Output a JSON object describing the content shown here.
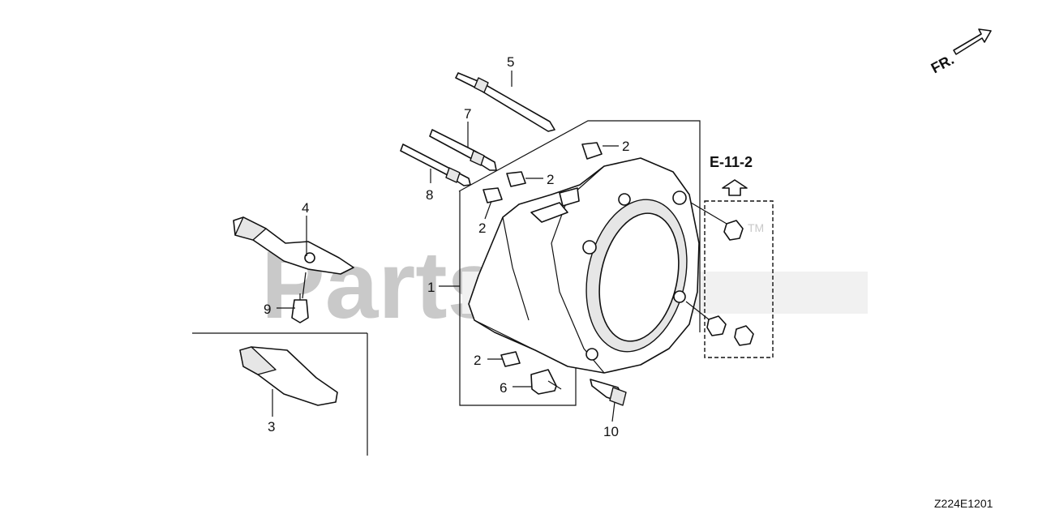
{
  "diagram": {
    "watermark": "PartsTree",
    "trademark": "TM",
    "front_indicator": "FR.",
    "reference_section": "E-11-2",
    "diagram_code": "Z224E1201",
    "callouts": [
      {
        "id": "c1",
        "label": "1"
      },
      {
        "id": "c2a",
        "label": "2"
      },
      {
        "id": "c2b",
        "label": "2"
      },
      {
        "id": "c2c",
        "label": "2"
      },
      {
        "id": "c2d",
        "label": "2"
      },
      {
        "id": "c3",
        "label": "3"
      },
      {
        "id": "c4",
        "label": "4"
      },
      {
        "id": "c5",
        "label": "5"
      },
      {
        "id": "c6",
        "label": "6"
      },
      {
        "id": "c7",
        "label": "7"
      },
      {
        "id": "c8",
        "label": "8"
      },
      {
        "id": "c9",
        "label": "9"
      },
      {
        "id": "c10",
        "label": "10"
      }
    ]
  }
}
